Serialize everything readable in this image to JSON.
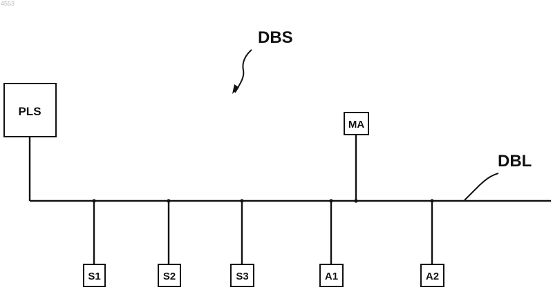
{
  "page_id": "4553",
  "system_label": "DBS",
  "bus_label": "DBL",
  "controller_label": "PLS",
  "master_label": "MA",
  "nodes": [
    "S1",
    "S2",
    "S3",
    "A1",
    "A2"
  ]
}
